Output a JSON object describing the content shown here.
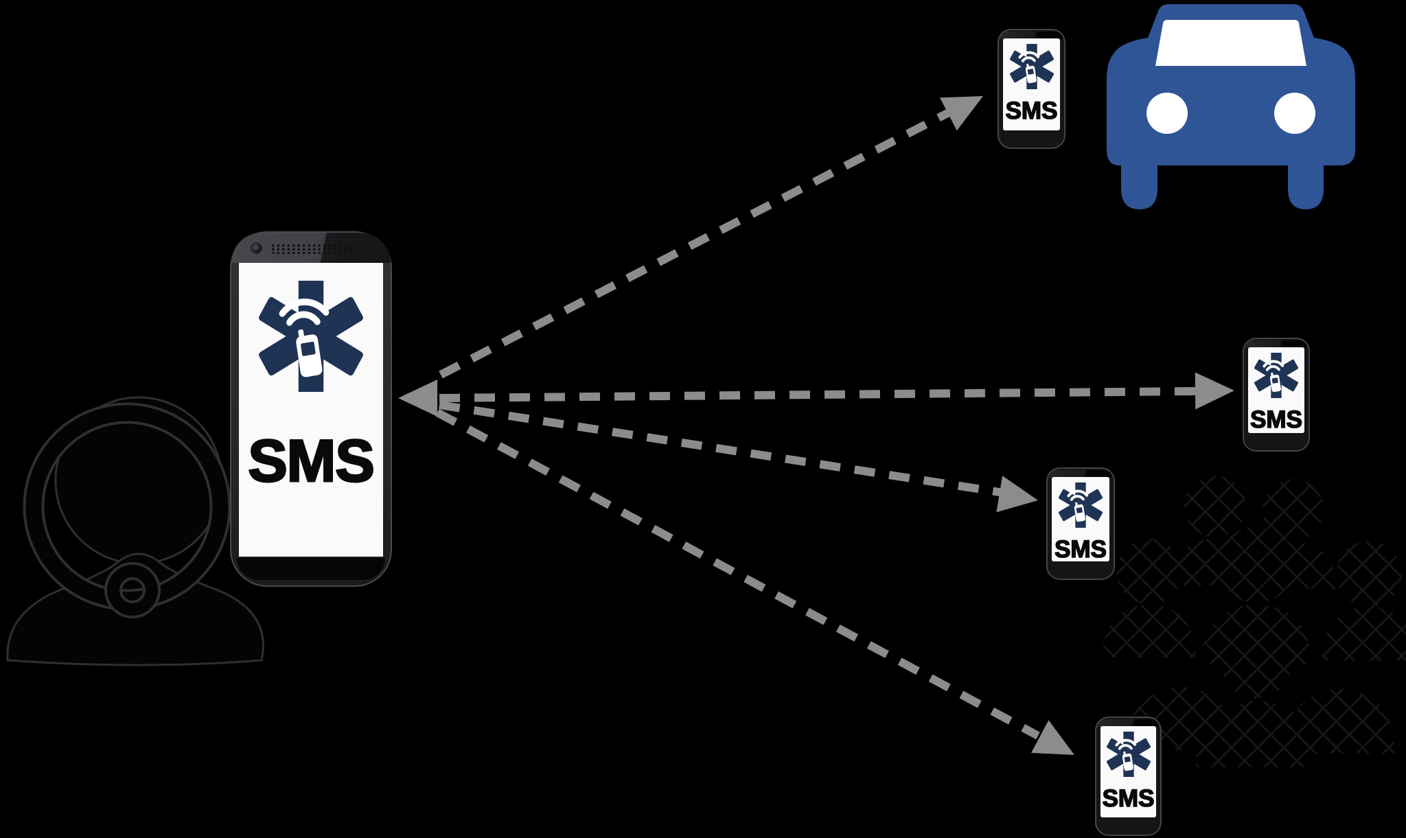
{
  "diagram": {
    "title": "SMS emergency dispatch broadcast diagram",
    "dispatcher": {
      "node": "dispatcher-phone",
      "operator_icon": "operator-headset-icon",
      "app_icon": "star-of-life-phone-icon",
      "label": "SMS"
    },
    "recipients": [
      {
        "node": "car-phone",
        "context_icon": "car-icon",
        "label": "SMS"
      },
      {
        "node": "right-phone",
        "context_icon": "",
        "label": "SMS"
      },
      {
        "node": "mid-phone",
        "context_icon": "crowd-watermark-icon",
        "label": "SMS"
      },
      {
        "node": "bottom-phone",
        "context_icon": "crowd-watermark-icon",
        "label": "SMS"
      }
    ],
    "edges": [
      {
        "from": "dispatcher-phone",
        "to": "car-phone",
        "style": "dashed-arrow"
      },
      {
        "from": "dispatcher-phone",
        "to": "right-phone",
        "style": "dashed-arrow"
      },
      {
        "from": "dispatcher-phone",
        "to": "mid-phone",
        "style": "dashed-arrow"
      },
      {
        "from": "dispatcher-phone",
        "to": "bottom-phone",
        "style": "dashed-arrow"
      },
      {
        "from": "recipients",
        "to": "dispatcher-phone",
        "style": "dashed-arrow"
      }
    ]
  },
  "colors": {
    "background": "#000000",
    "star_navy": "#1f3355",
    "car_blue": "#2f5597",
    "arrow_gray": "#8c8c8c",
    "screen_white": "#fafafa",
    "sms_ink": "#0a0a0a"
  }
}
